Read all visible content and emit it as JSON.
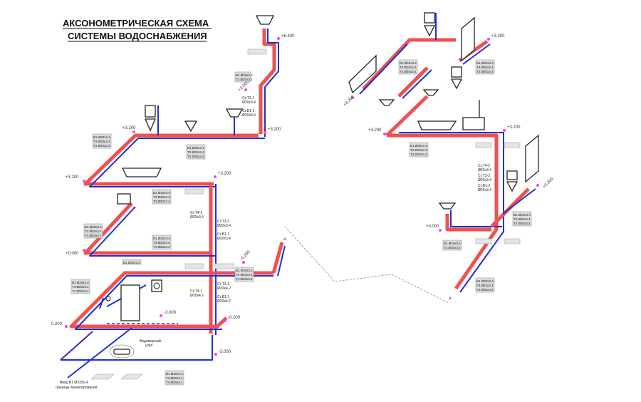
{
  "title": {
    "line1": "АКСОНОМЕТРИЧЕСКАЯ СХЕМА",
    "line2": "СИСТЕМЫ ВОДОСНАБЖЕНИЯ"
  },
  "colors": {
    "hot": "#f05050",
    "cold": "#2030d0",
    "elevation_mark": "#ee44ee"
  },
  "elevations": {
    "e1": "+6.400",
    "e2": "+3.200",
    "e3": "+0.000",
    "e4": "-0.200",
    "e5": "-3.000",
    "e6": "-3.000",
    "e7": "0.200",
    "e8": "-0.200"
  },
  "pipe_tags": {
    "b1": "В1 Ø20x3.4",
    "t3": "Т3 Ø20x3.4",
    "t4": "Т4 Ø20x3.4"
  },
  "risers_left": {
    "t4": "Ст.Т4-1",
    "t3": "Ст.Т3-1",
    "b1": "Ст.В1-1",
    "dim": "Ø20x3.4",
    "dim2": "Ø20x4.2"
  },
  "risers_right": {
    "t4": "Ст.Т4-2",
    "t3": "Ст.Т3-2",
    "b1": "Ст.В1-2",
    "dim": "Ø20x3.4"
  },
  "water_meter": {
    "line1": "Водомерный",
    "line2": "узел"
  },
  "inlet": {
    "line1": "Ввод В1 Ø32x5.4",
    "line2": "границы проектирования"
  },
  "break_mark": "а"
}
